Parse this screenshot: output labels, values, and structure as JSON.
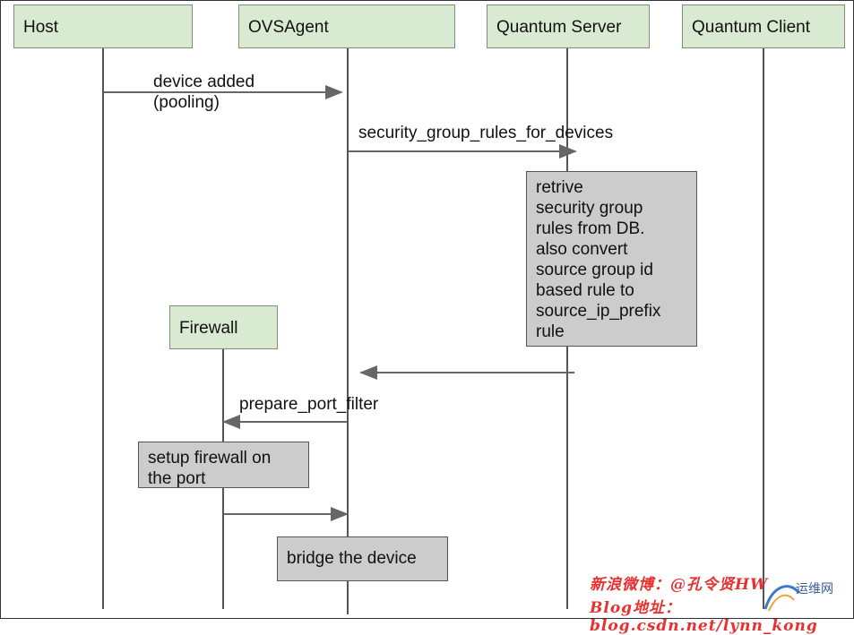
{
  "participants": [
    {
      "id": "host",
      "label": "Host"
    },
    {
      "id": "ovsagent",
      "label": "OVSAgent"
    },
    {
      "id": "quantum_server",
      "label": "Quantum Server"
    },
    {
      "id": "quantum_client",
      "label": "Quantum Client"
    },
    {
      "id": "firewall",
      "label": "Firewall"
    }
  ],
  "messages": {
    "device_added": "device added\n(pooling)",
    "security_group_rules": "security_group_rules_for_devices",
    "prepare_port_filter": "prepare_port_filter"
  },
  "notes": {
    "retrive": "retrive\nsecurity group\nrules from DB.\nalso convert\nsource group id\nbased rule to\nsource_ip_prefix\nrule",
    "setup_firewall": "setup firewall on\nthe port",
    "bridge_device": "bridge the device"
  },
  "watermark": {
    "weibo": "新浪微博：@孔令贤HW",
    "blog": "Blog地址：blog.csdn.net/lynn_kong",
    "site": "运维网"
  },
  "colors": {
    "participant_fill": "#d9ead3",
    "note_fill": "#cccccc",
    "arrow": "#666666",
    "watermark": "#e8312f"
  }
}
